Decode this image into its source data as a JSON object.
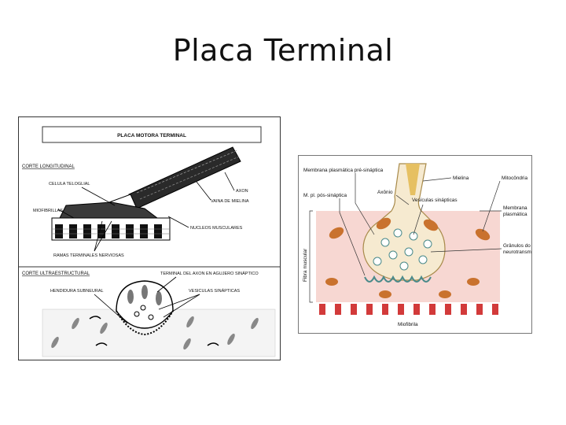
{
  "slide": {
    "title": "Placa Terminal"
  },
  "left_diagram": {
    "header": "PLACA MOTORA TERMINAL",
    "section_longitudinal": "CORTE LONGITUDINAL",
    "labels": {
      "celula_teloglial": "CELULA TELOGLIAL",
      "axon": "AXON",
      "vaina_mielina": "VAINA DE MIELINA",
      "miofibrillas": "MIOFIBRILLAS",
      "nucleos_musculares": "NUCLEOS MUSCULARES",
      "ramas_terminales": "RAMAS TERMINALES NERVIOSAS"
    },
    "section_ultra": "CORTE ULTRAESTRUCTURAL",
    "ultra_labels": {
      "terminal_axon": "TERMINAL DEL AXON EN AGUJERO SINÁPTICO",
      "hendidura": "HENDIDURA SUBNEURAL",
      "vesiculas": "VESICULAS SINÁPTICAS"
    }
  },
  "right_diagram": {
    "labels": {
      "membrana_pre": "Membrana plasmática pré-sináptica",
      "mielina": "Mielina",
      "axonio": "Axônio",
      "m_pl_pos": "M. pl. pós-sináptica",
      "vesiculas": "Vesículas sinápticas",
      "mitocondria": "Mitocôndria",
      "membrana_plasmatica_1": "Membrana",
      "membrana_plasmatica_2": "plasmática",
      "granulos_1": "Grânulos do",
      "granulos_2": "neurotransmissor",
      "fibra_muscular": "Fibra muscular",
      "miofibrila": "Miofibrila"
    }
  }
}
